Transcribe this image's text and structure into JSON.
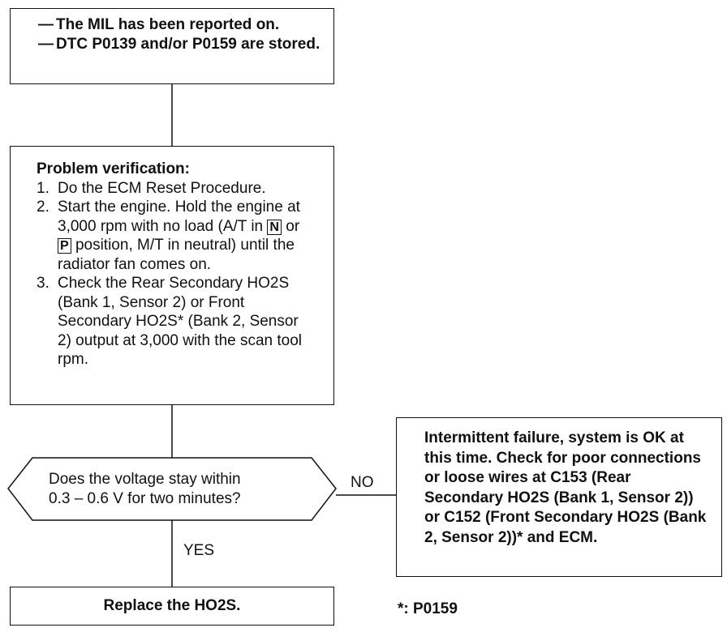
{
  "start_box": {
    "lines": [
      "The MIL has been reported on.",
      "DTC P0139 and/or P0159 are stored."
    ]
  },
  "verification_box": {
    "heading": "Problem verification:",
    "step1_num": "1.",
    "step1": "Do the ECM Reset Procedure.",
    "step2_num": "2.",
    "step2_a": "Start the engine. Hold the engine at 3,000 rpm with no load (A/T in",
    "key_n": "N",
    "step2_or": "or",
    "key_p": "P",
    "step2_b": "position, M/T in neutral) until the radiator fan comes on.",
    "step3_num": "3.",
    "step3": "Check the Rear Secondary HO2S (Bank 1, Sensor 2) or Front Secondary HO2S* (Bank 2, Sensor 2) output at 3,000 with the scan tool rpm."
  },
  "decision": {
    "line1": "Does the voltage stay within",
    "line2": "0.3 – 0.6 V for two minutes?"
  },
  "no_label": "NO",
  "yes_label": "YES",
  "result_no": "Intermittent failure, system is OK at this time. Check for poor connections or loose wires at C153 (Rear Secondary HO2S (Bank 1, Sensor 2)) or C152 (Front Secondary HO2S (Bank 2, Sensor 2))* and ECM.",
  "result_yes": "Replace the HO2S.",
  "footnote": "*: P0159"
}
